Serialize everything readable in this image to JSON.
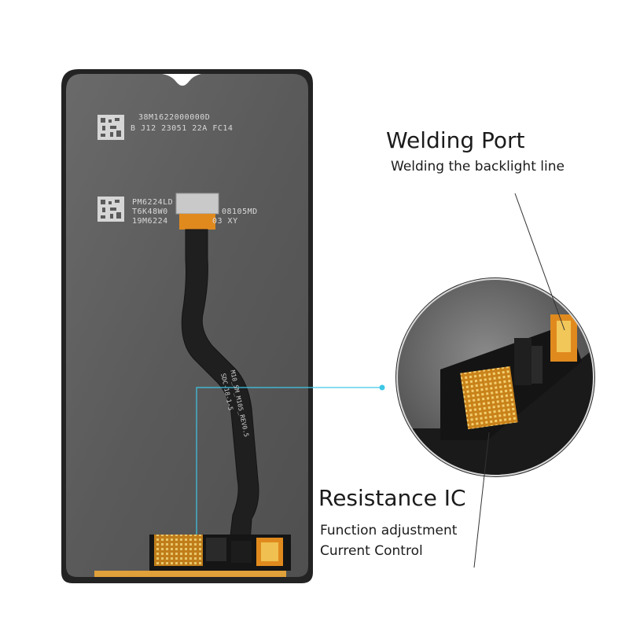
{
  "callouts": {
    "welding_port": {
      "title": "Welding Port",
      "description": "Welding the backlight line"
    },
    "resistance_ic": {
      "title": "Resistance IC",
      "line1": "Function adjustment",
      "line2": "Current Control"
    }
  },
  "panel_print": {
    "serial_top": "38M1622000000D",
    "serial_line2": "B J12 23051 22A FC14",
    "code_a": "PM6224LD",
    "code_b": "T6K48W0",
    "code_b2": "08105MD",
    "code_c": "19M6224",
    "code_c2": "03 XY"
  },
  "cable_print": {
    "line1": "M10_SM_M105_REV0.5",
    "line2": "SDC-18-1-5"
  },
  "colors": {
    "panel": "#5b5b5b",
    "frame": "#2a2a2a",
    "flex_orange": "#e08a1e",
    "callout_line": "#3ec7e6"
  }
}
